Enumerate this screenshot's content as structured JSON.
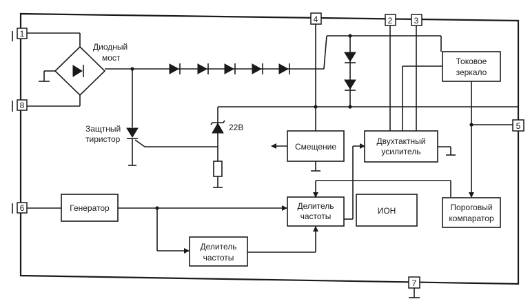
{
  "pins": [
    "1",
    "8",
    "6",
    "4",
    "2",
    "3",
    "5",
    "7"
  ],
  "blocks": {
    "diode_bridge": [
      "Диодный",
      "мост"
    ],
    "thyristor": [
      "Защтный",
      "тиристор"
    ],
    "zener": "22В",
    "current_mirror": [
      "Токовое",
      "зеркало"
    ],
    "bias": "Смещение",
    "push_pull_amp": [
      "Двухтактный",
      "усилитель"
    ],
    "generator": "Генератор",
    "freq_divider_1": [
      "Делитель",
      "частоты"
    ],
    "freq_divider_2": [
      "Делитель",
      "частоты"
    ],
    "ion": "ИОН",
    "threshold_comparator": [
      "Пороговый",
      "компаратор"
    ]
  }
}
